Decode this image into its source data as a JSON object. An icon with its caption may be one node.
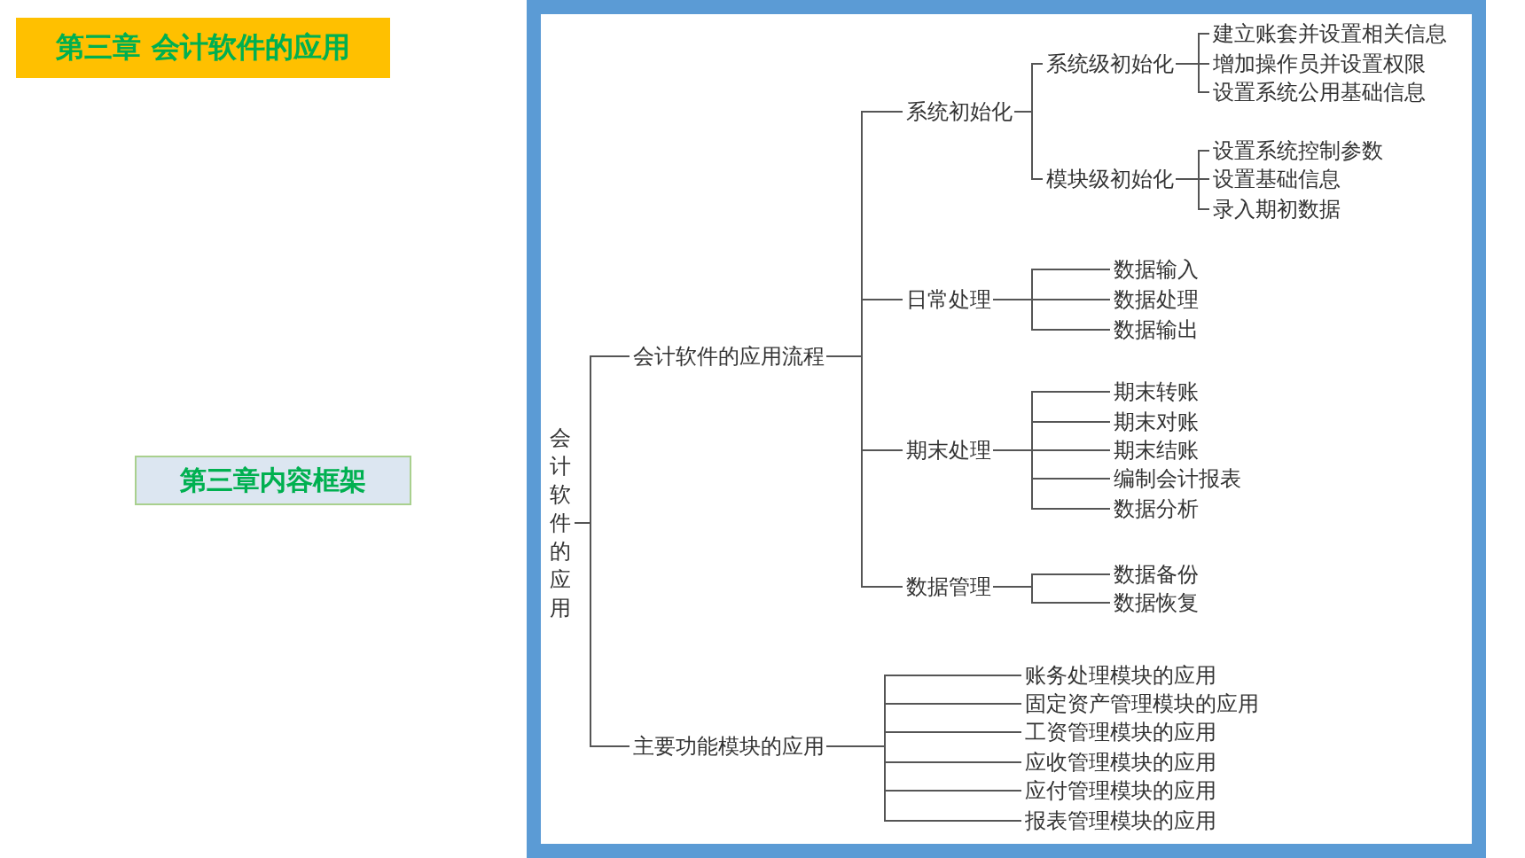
{
  "diagram": {
    "nodes": [
      {
        "text": [
          "第三章 会计软件的应用"
        ]
      },
      {
        "text": [
          "第三章内容框架"
        ]
      },
      {
        "text": [
          "会计软件的应用"
        ]
      },
      {
        "text": [
          "会计软件的应用流程"
        ]
      },
      {
        "text": [
          "系统初始化"
        ]
      },
      {
        "text": [
          "系统级初始化"
        ]
      },
      {
        "text": [
          "建立账套并设置相关信息"
        ]
      },
      {
        "text": [
          "增加操作员并设置权限"
        ]
      },
      {
        "text": [
          "设置系统公用基础信息"
        ]
      },
      {
        "text": [
          "模块级初始化"
        ]
      },
      {
        "text": [
          "设置系统控制参数"
        ]
      },
      {
        "text": [
          "设置基础信息"
        ]
      },
      {
        "text": [
          "录入期初数据"
        ]
      },
      {
        "text": [
          "日常处理"
        ]
      },
      {
        "text": [
          "数据输入"
        ]
      },
      {
        "text": [
          "数据处理"
        ]
      },
      {
        "text": [
          "数据输出"
        ]
      },
      {
        "text": [
          "期末处理"
        ]
      },
      {
        "text": [
          "期末转账"
        ]
      },
      {
        "text": [
          "期末对账"
        ]
      },
      {
        "text": [
          "期末结账"
        ]
      },
      {
        "text": [
          "编制会计报表"
        ]
      },
      {
        "text": [
          "数据分析"
        ]
      },
      {
        "text": [
          "数据管理"
        ]
      },
      {
        "text": [
          "数据备份"
        ]
      },
      {
        "text": [
          "数据恢复"
        ]
      },
      {
        "text": [
          "主要功能模块的应用"
        ]
      },
      {
        "text": [
          "账务处理模块的应用"
        ]
      },
      {
        "text": [
          "固定资产管理模块的应用"
        ]
      },
      {
        "text": [
          "工资管理模块的应用"
        ]
      },
      {
        "text": [
          "应收管理模块的应用"
        ]
      },
      {
        "text": [
          "应付管理模块的应用"
        ]
      },
      {
        "text": [
          "报表管理模块的应用"
        ]
      }
    ],
    "edges": [
      {
        "from": 2,
        "to": 3,
        "arrow": "none"
      },
      {
        "from": 2,
        "to": 26,
        "arrow": "none"
      },
      {
        "from": 3,
        "to": 4,
        "arrow": "none"
      },
      {
        "from": 3,
        "to": 13,
        "arrow": "none"
      },
      {
        "from": 3,
        "to": 17,
        "arrow": "none"
      },
      {
        "from": 3,
        "to": 23,
        "arrow": "none"
      },
      {
        "from": 4,
        "to": 5,
        "arrow": "none"
      },
      {
        "from": 4,
        "to": 9,
        "arrow": "none"
      },
      {
        "from": 5,
        "to": 6,
        "arrow": "none"
      },
      {
        "from": 5,
        "to": 7,
        "arrow": "none"
      },
      {
        "from": 5,
        "to": 8,
        "arrow": "none"
      },
      {
        "from": 9,
        "to": 10,
        "arrow": "none"
      },
      {
        "from": 9,
        "to": 11,
        "arrow": "none"
      },
      {
        "from": 9,
        "to": 12,
        "arrow": "none"
      },
      {
        "from": 13,
        "to": 14,
        "arrow": "none"
      },
      {
        "from": 13,
        "to": 15,
        "arrow": "none"
      },
      {
        "from": 13,
        "to": 16,
        "arrow": "none"
      },
      {
        "from": 17,
        "to": 18,
        "arrow": "none"
      },
      {
        "from": 17,
        "to": 19,
        "arrow": "none"
      },
      {
        "from": 17,
        "to": 20,
        "arrow": "none"
      },
      {
        "from": 17,
        "to": 21,
        "arrow": "none"
      },
      {
        "from": 17,
        "to": 22,
        "arrow": "none"
      },
      {
        "from": 23,
        "to": 24,
        "arrow": "none"
      },
      {
        "from": 23,
        "to": 25,
        "arrow": "none"
      },
      {
        "from": 26,
        "to": 27,
        "arrow": "none"
      },
      {
        "from": 26,
        "to": 28,
        "arrow": "none"
      },
      {
        "from": 26,
        "to": 29,
        "arrow": "none"
      },
      {
        "from": 26,
        "to": 30,
        "arrow": "none"
      },
      {
        "from": 26,
        "to": 31,
        "arrow": "none"
      },
      {
        "from": 26,
        "to": 32,
        "arrow": "none"
      }
    ]
  }
}
